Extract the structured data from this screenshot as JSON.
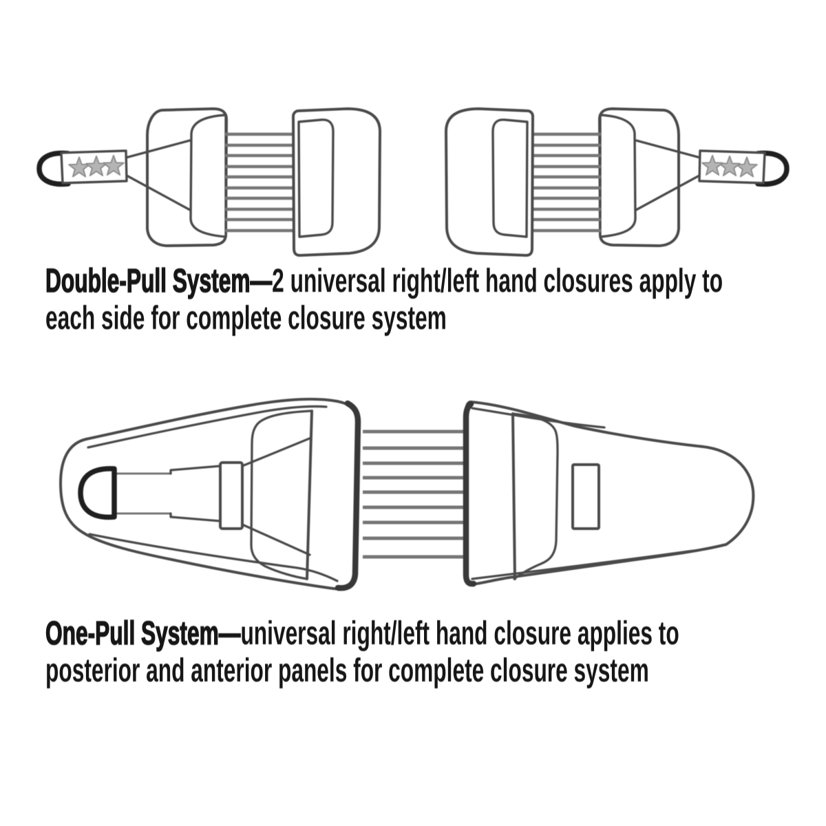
{
  "colors": {
    "background": "#ffffff",
    "line": "#4a4a4a",
    "band": "#767676",
    "handle": "#1f1f1f",
    "edge": "#383838",
    "star_fill": "#b4b4b4",
    "star_stroke": "#8a8a8a",
    "text": "#161616"
  },
  "figures": {
    "double_pull": {
      "closure_units": 2,
      "stars_per_strap": 3,
      "elastic_bands_per_unit": 10,
      "pull_handles": 2
    },
    "one_pull": {
      "closure_units": 1,
      "elastic_bands": 9,
      "pull_handles": 1,
      "stars_per_strap": 0
    }
  },
  "captions": [
    {
      "title": "Double-Pull System",
      "separator": "—",
      "description_line1": "2 universal right/left hand closures apply to",
      "description_line2": "each side for complete closure system"
    },
    {
      "title": "One-Pull System",
      "separator": "—",
      "description_line1": "universal right/left hand closure applies to",
      "description_line2": "posterior and anterior panels for complete closure system"
    }
  ]
}
